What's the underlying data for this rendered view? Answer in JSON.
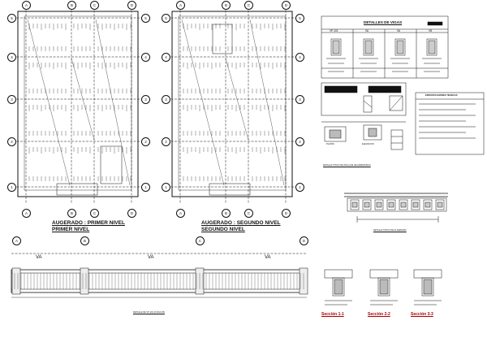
{
  "plans": [
    {
      "title_line1": "AUGERADO : PRIMER NIVEL",
      "title_line2": "PRIMER NIVEL"
    },
    {
      "title_line1": "AUGERADO : SEGUNDO NIVEL",
      "title_line2": "SEGUNDO NIVEL"
    }
  ],
  "grid_axes": {
    "letters": [
      "A",
      "B",
      "C",
      "D"
    ],
    "numbers": [
      "5",
      "4",
      "3",
      "2",
      "1"
    ]
  },
  "detalles_vigas": {
    "title": "DETALLES DE VIGAS",
    "columns": [
      "VP-101",
      "VA",
      "VA",
      "VB"
    ]
  },
  "especificaciones": {
    "title": "ESPECIFICACIONES TECNICAS"
  },
  "anclaje": {
    "plant_label": "PLANTA",
    "elev_label": "ELEVACION",
    "caption": "DETALLE TIPICO DE ANCLAJE DE ARMADURAS"
  },
  "aligerado_detail": {
    "caption": "DETALLE TIPICO DE ALIGERADO"
  },
  "long_beam": {
    "va_labels": [
      "VA",
      "VA",
      "VA"
    ],
    "caption": "DETALLE DE VP-101 (0.30x0.45)"
  },
  "sections": [
    "Sección 1-1",
    "Sección 2-2",
    "Sección 3-3"
  ],
  "colors": {
    "line": "#111111",
    "accent": "#a00000",
    "paper": "#ffffff"
  }
}
